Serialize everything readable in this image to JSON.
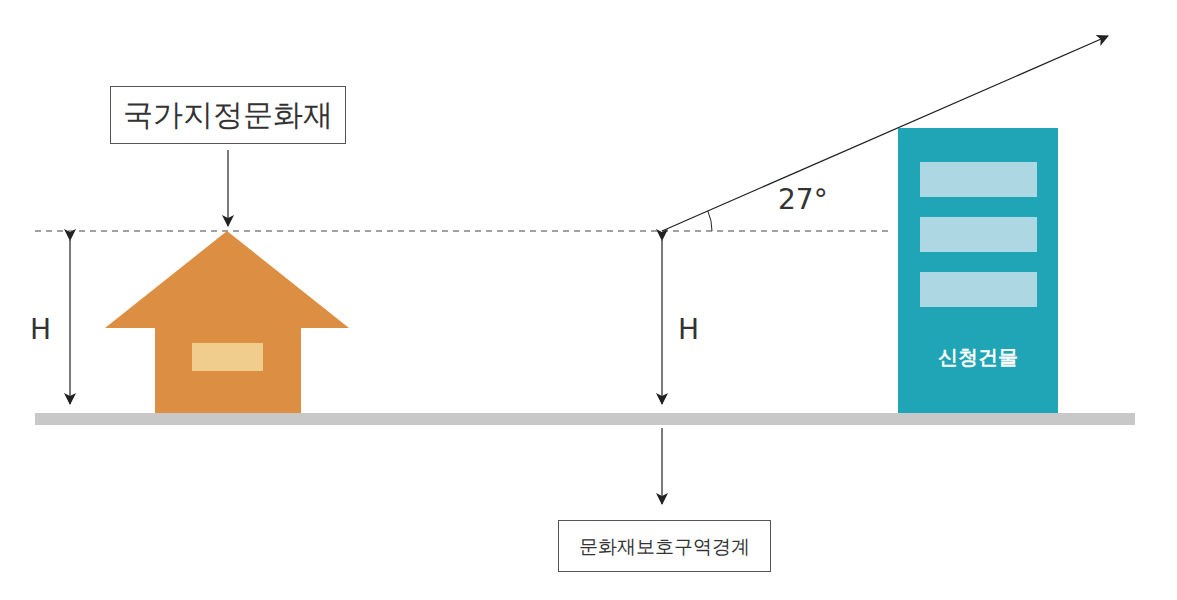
{
  "diagram": {
    "nodes": [
      {
        "text": [
          "국가지정문화재"
        ]
      },
      {
        "text": [
          "신청건물"
        ]
      },
      {
        "text": [
          "문화재보호구역경계"
        ]
      }
    ],
    "labels": [
      "H",
      "H",
      "27°"
    ]
  }
}
